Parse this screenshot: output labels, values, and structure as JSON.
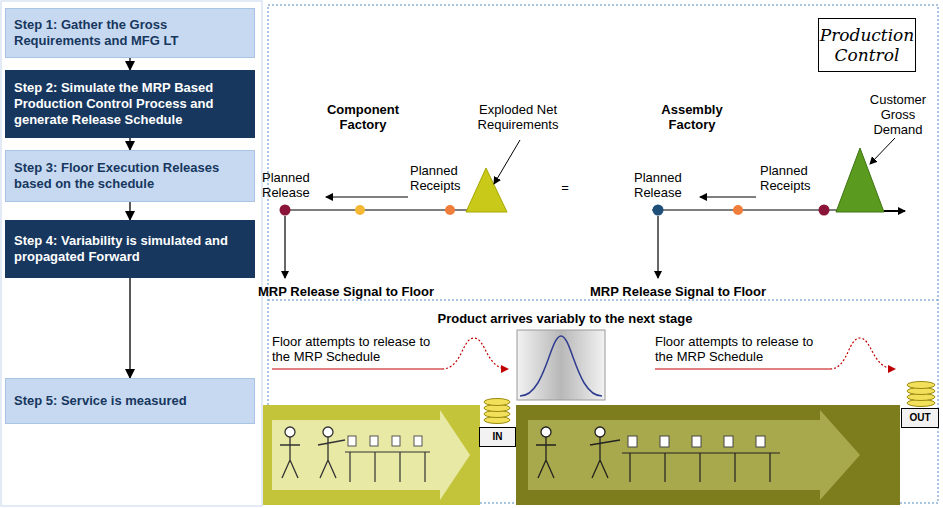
{
  "diagram": {
    "nodes": [
      {
        "text": [
          "Step 1: Gather the Gross Requirements and MFG LT"
        ]
      },
      {
        "text": [
          "Step 2: Simulate the MRP Based Production Control Process and generate Release Schedule"
        ]
      },
      {
        "text": [
          "Step 3: Floor Execution Releases based on the schedule"
        ]
      },
      {
        "text": [
          "Step 4: Variability is simulated and propagated Forward"
        ]
      },
      {
        "text": [
          "Step 5: Service is measured"
        ]
      },
      {
        "text": [
          "Production Control"
        ]
      },
      {
        "text": [
          "IN"
        ]
      },
      {
        "text": [
          "OUT"
        ]
      }
    ],
    "edges": [
      {
        "from": 0,
        "to": 1,
        "arrow": "to"
      },
      {
        "from": 1,
        "to": 2,
        "arrow": "to"
      },
      {
        "from": 2,
        "to": 3,
        "arrow": "to"
      },
      {
        "from": 3,
        "to": 4,
        "arrow": "to"
      }
    ],
    "labels": [
      "Component Factory",
      "Exploded Net Requirements",
      "Assembly Factory",
      "Customer Gross Demand",
      "Planned Release",
      "Planned Receipts",
      "=",
      "Planned Release",
      "Planned Receipts",
      "MRP Release Signal to Floor",
      "MRP Release Signal to Floor",
      "Product arrives variably to the next stage",
      "Floor attempts to release to the MRP Schedule",
      "Floor attempts to release to the MRP Schedule"
    ]
  }
}
